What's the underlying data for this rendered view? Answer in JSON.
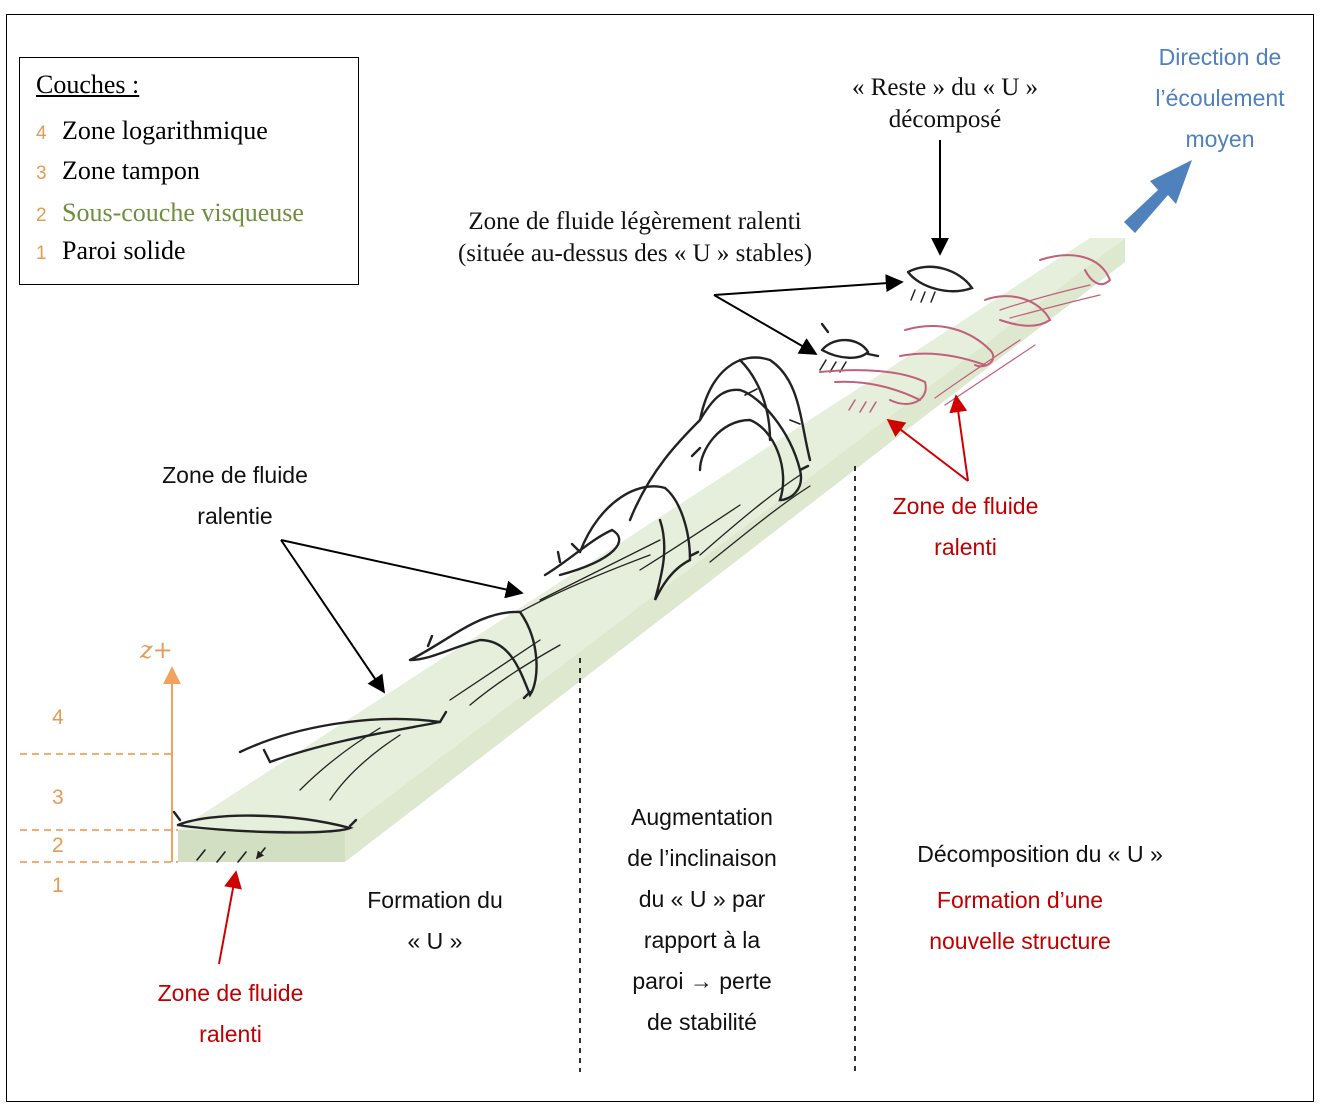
{
  "legend": {
    "title": "Couches :",
    "items": [
      {
        "num": "4",
        "label": "Zone logarithmique"
      },
      {
        "num": "3",
        "label": "Zone tampon"
      },
      {
        "num": "2",
        "label": "Sous-couche visqueuse"
      },
      {
        "num": "1",
        "label": "Paroi solide"
      }
    ]
  },
  "axis": {
    "label": "z+",
    "levels": [
      "4",
      "3",
      "2",
      "1"
    ]
  },
  "labels": {
    "flow_direction": [
      "Direction de",
      "l’écoulement",
      "moyen"
    ],
    "reste_u": [
      "« Reste » du « U »",
      "décomposé"
    ],
    "zone_legerement": [
      "Zone de fluide légèrement ralenti",
      "(située au-dessus des « U » stables)"
    ],
    "zone_ralentie": [
      "Zone de fluide",
      "ralentie"
    ],
    "zone_ralenti_right": [
      "Zone de fluide",
      "ralenti"
    ],
    "zone_ralenti_bottom": [
      "Zone de fluide",
      "ralenti"
    ],
    "formation_u": [
      "Formation du",
      "« U »"
    ],
    "augmentation": [
      "Augmentation",
      "de l’inclinaison",
      "du « U » par",
      "rapport à la",
      "paroi → perte",
      "de stabilité"
    ],
    "decomposition": "Décomposition du « U »",
    "nouvelle_structure": [
      "Formation d’une",
      "nouvelle structure"
    ]
  },
  "colors": {
    "plate": "#e3ecd9",
    "axis": "#f0a35e",
    "red_text": "#c00000",
    "blue_text": "#4f81bd",
    "arrow_blue": "#4f81bd",
    "pink_vortex": "#c0607a"
  }
}
